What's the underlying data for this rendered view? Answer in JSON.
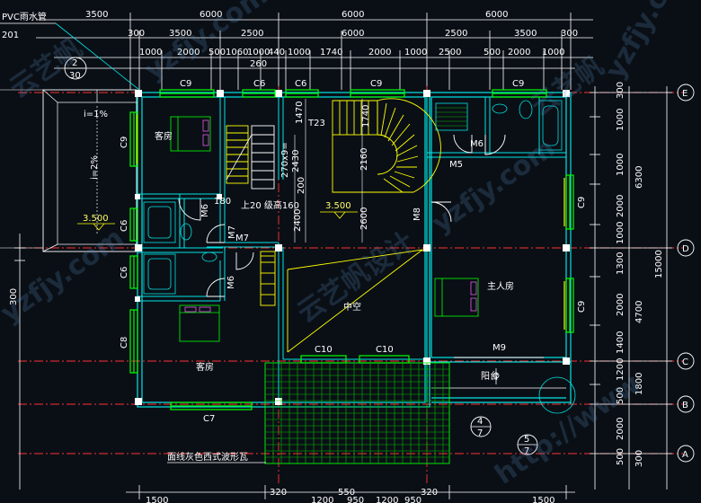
{
  "top_dims_row1": [
    "3500",
    "6000",
    "6000",
    "6000"
  ],
  "top_dims_row2": [
    "300",
    "3500",
    "2500",
    "6000",
    "2500",
    "3500",
    "300"
  ],
  "top_dims_row3": [
    "1000",
    "2000",
    "500",
    "1060",
    "1000",
    "440",
    "1000",
    "1740",
    "2000",
    "1000",
    "2500",
    "500",
    "2000",
    "1000"
  ],
  "top_small": [
    "260"
  ],
  "pvc_label": "PVC雨水管",
  "pvc_num": "201",
  "grid_axes": [
    "E",
    "D",
    "C",
    "B",
    "A"
  ],
  "right_dims": [
    "300",
    "1000",
    "1000",
    "2000",
    "1000",
    "1300",
    "2000",
    "1400",
    "1200",
    "500",
    "2000",
    "500"
  ],
  "right_totals": [
    "6300",
    "15000",
    "4700",
    "1800",
    "300"
  ],
  "left_dims": [
    "300"
  ],
  "windows": [
    "C9",
    "C6",
    "C6",
    "C9",
    "C9",
    "C9",
    "C9",
    "C6",
    "C6",
    "C8",
    "C10",
    "C10",
    "C9",
    "C7",
    "M9"
  ],
  "doors": [
    "M6",
    "M7",
    "M7",
    "M6",
    "M5",
    "M6",
    "M8"
  ],
  "rooms": {
    "bedroom_nw": "客房",
    "bedroom_sw": "客房",
    "master": "主人房",
    "void": "中空",
    "balcony": "阳台"
  },
  "stair_label": "上20 级高160",
  "stair_code": "T23",
  "stair_dims": [
    "1470",
    "1740",
    "270x9=",
    "2430",
    "2160",
    "200",
    "2400",
    "2600",
    "180"
  ],
  "elevations": [
    "3.500",
    "3.500"
  ],
  "slopes": [
    "i=1%",
    "i=2%"
  ],
  "detail_tags": [
    "2",
    "30",
    "4",
    "7",
    "5",
    "7"
  ],
  "roof_note": "面线灰色西式波形瓦",
  "bottom_dims": [
    "1500",
    "320",
    "550",
    "1200",
    "950",
    "1200",
    "950",
    "320",
    "1500"
  ],
  "watermarks": [
    "云艺帆",
    "yzfjy.com",
    "http://www",
    "云艺帆设计"
  ],
  "colors": {
    "wall": "#00e5e5",
    "window": "#00ff00",
    "stair": "#ffff00",
    "dimension": "#ffffff",
    "grid_line": "#ff3030",
    "door": "#ffffff",
    "hatch": "#00c000",
    "accent": "#ff00ff"
  }
}
